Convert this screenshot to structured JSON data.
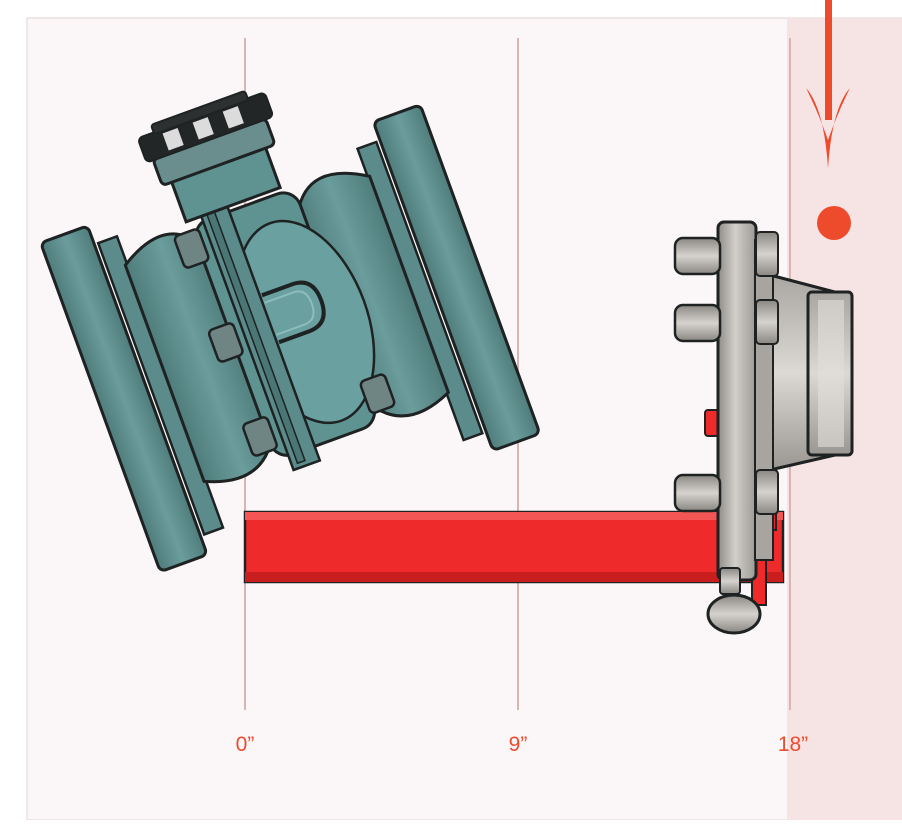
{
  "ruler": {
    "marks": [
      {
        "label": "0”"
      },
      {
        "label": "9”"
      },
      {
        "label": "18”"
      }
    ]
  },
  "colors": {
    "background": "#ffffff",
    "panel": "#fbf7f8",
    "panel_border": "#e7d2d2",
    "zone": "#f6e4e4",
    "gridline": "#d8b4b4",
    "label": "#ee4a2c",
    "arrow": "#ee4a2c",
    "valve_body": "#5e8f8e",
    "valve_shade": "#4a7676",
    "valve_bolt": "#6f8584",
    "flange_gray": "#b7b4af",
    "flange_dark": "#8e8b86",
    "bracket_red": "#ee2a2a",
    "outline": "#1e2222"
  },
  "icons": {
    "arrow": "arrow-down-icon",
    "dot": "target-dot-icon"
  }
}
